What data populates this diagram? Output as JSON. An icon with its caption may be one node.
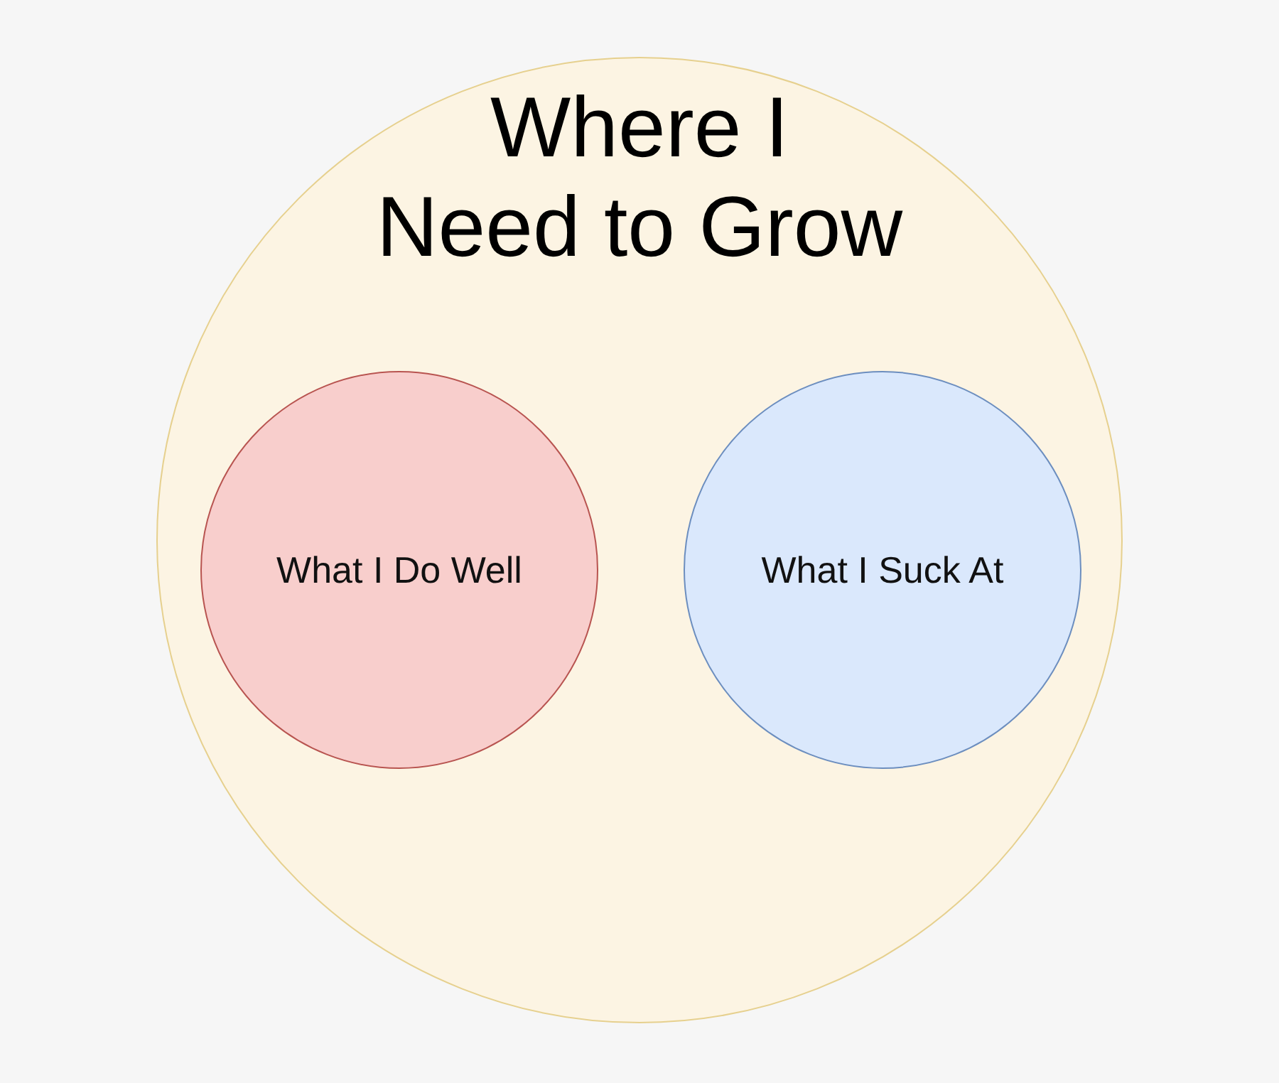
{
  "diagram": {
    "nodes": [
      {
        "text": [
          "Where I Need to Grow"
        ]
      },
      {
        "text": [
          "What I Do Well"
        ],
        "in": 0
      },
      {
        "text": [
          "What I Suck At"
        ],
        "in": 0
      }
    ]
  }
}
